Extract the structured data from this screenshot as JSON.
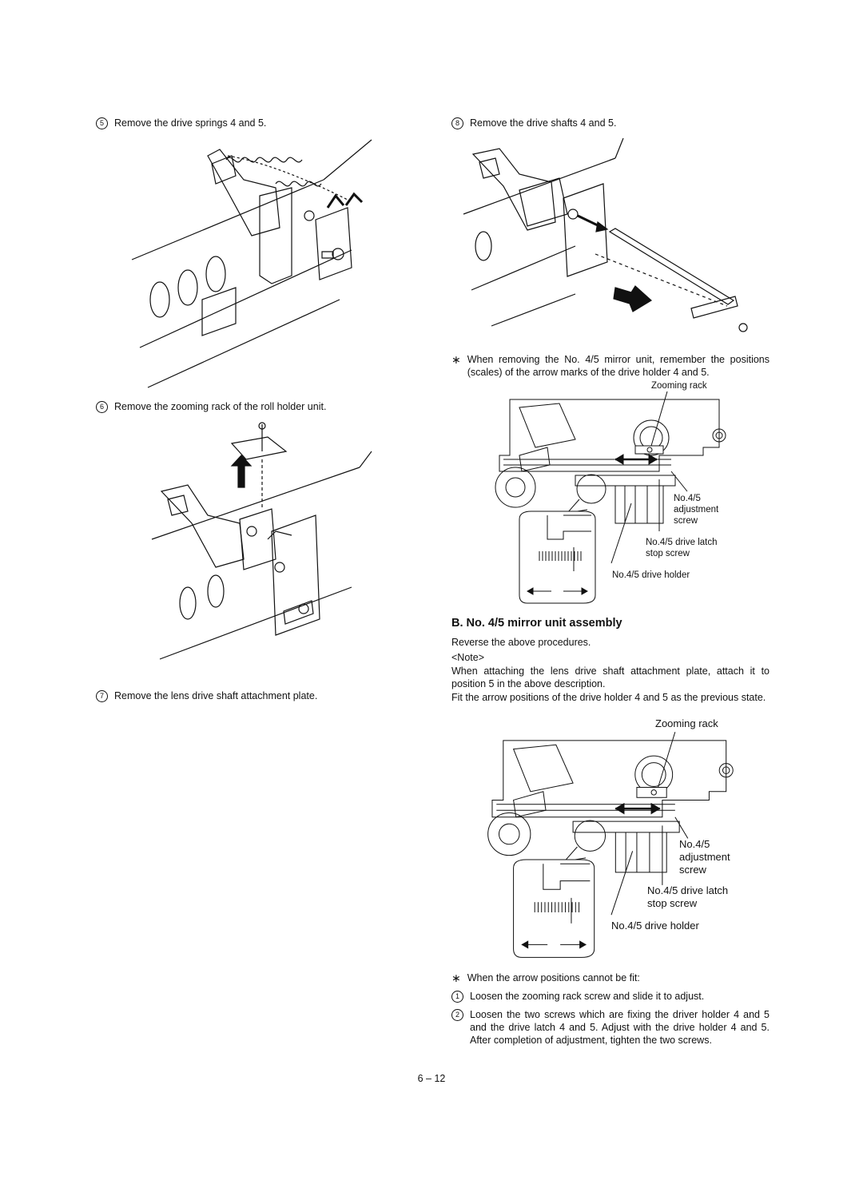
{
  "steps": {
    "s5": {
      "num": "5",
      "text": "Remove the drive springs 4 and 5."
    },
    "s6": {
      "num": "6",
      "text": "Remove the zooming rack of the roll holder unit."
    },
    "s7": {
      "num": "7",
      "text": "Remove the lens drive shaft attachment plate."
    },
    "s8": {
      "num": "8",
      "text": "Remove the drive shafts 4 and 5."
    }
  },
  "note1": {
    "star": "∗",
    "text": "When removing the No. 4/5 mirror unit, remember the positions (scales) of the arrow marks of the drive holder 4 and 5."
  },
  "fig1_labels": {
    "zooming_rack": "Zooming rack",
    "adjustment_screw": "No.4/5\nadjustment\nscrew",
    "latch_screw": "No.4/5 drive latch\nstop screw",
    "drive_holder": "No.4/5 drive holder"
  },
  "sectionB": {
    "heading": "B. No. 4/5 mirror unit assembly",
    "p1": "Reverse the above procedures.",
    "note_tag": "<Note>",
    "p2": "When attaching the lens drive shaft attachment plate, attach it to position 5 in the above description.",
    "p3": "Fit the arrow positions of the drive holder 4 and 5 as the previous state."
  },
  "fig2_labels": {
    "zooming_rack": "Zooming rack",
    "adjustment_screw": "No.4/5\nadjustment\nscrew",
    "latch_screw": "No.4/5 drive latch\nstop screw",
    "drive_holder": "No.4/5 drive holder"
  },
  "note2": {
    "star": "∗",
    "text": "When the arrow positions cannot be fit:"
  },
  "fit_steps": {
    "f1": {
      "num": "1",
      "text": "Loosen the zooming rack screw and slide it to adjust."
    },
    "f2": {
      "num": "2",
      "text": "Loosen the two screws which are fixing the driver holder 4 and 5 and the drive latch 4 and 5. Adjust with the drive holder 4 and 5. After completion of adjustment, tighten the two screws."
    }
  },
  "footer": {
    "page": "6 – 12"
  },
  "icons": [
    "circled-number-icon",
    "asterisk-icon",
    "arrow-icon"
  ]
}
